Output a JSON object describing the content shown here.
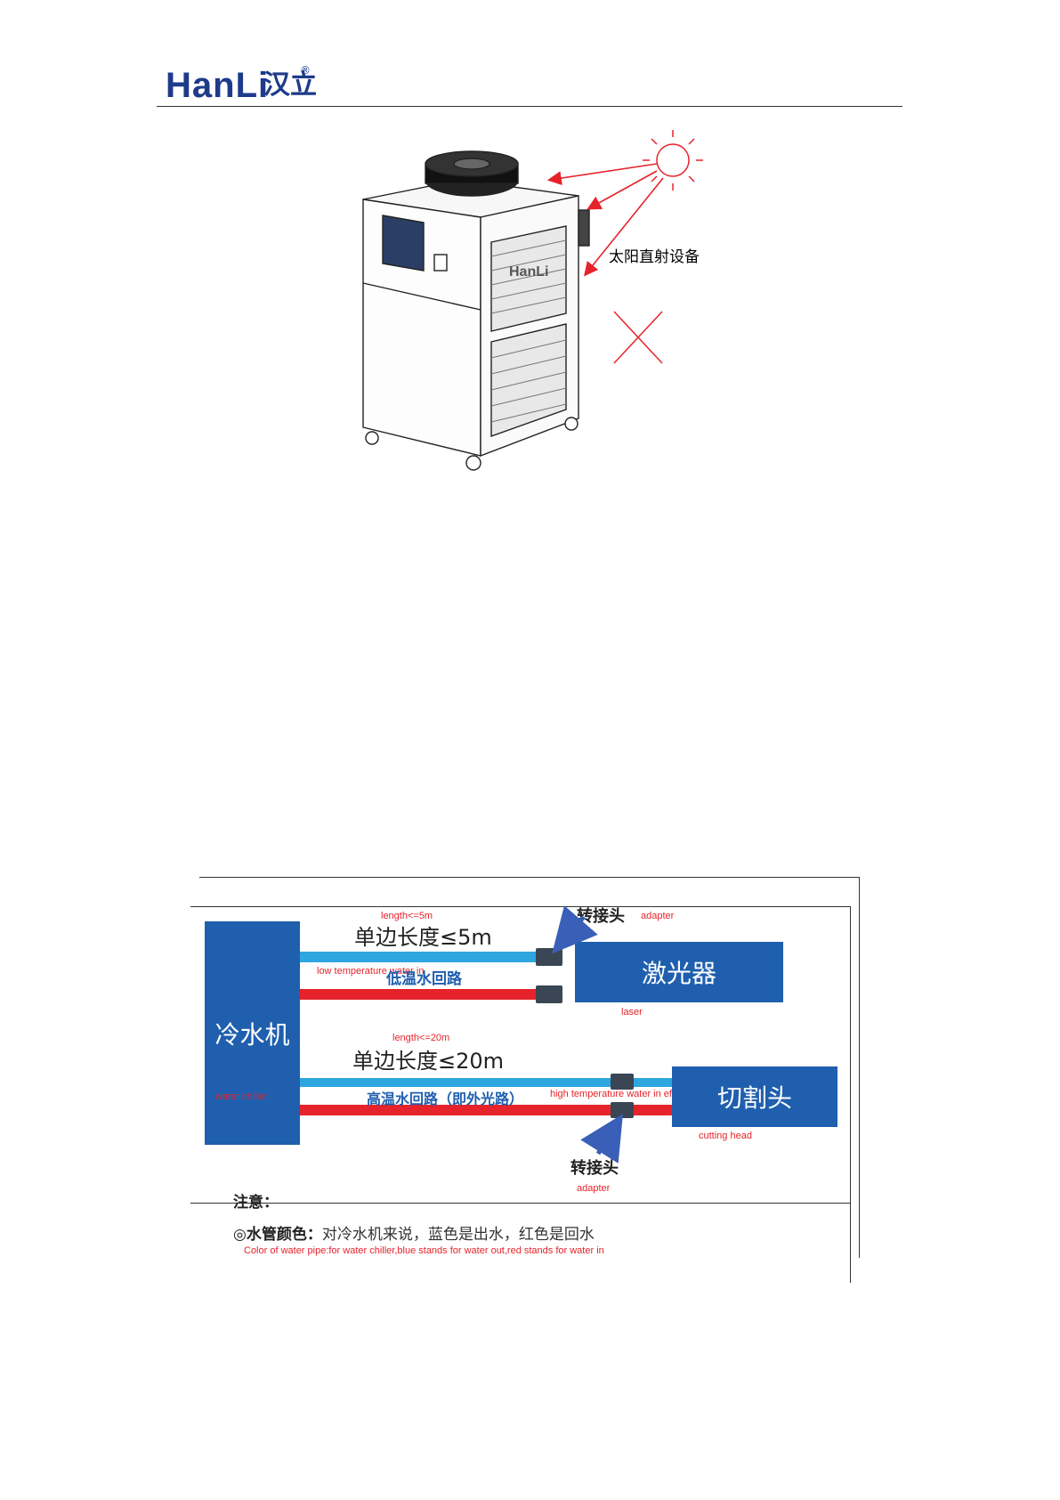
{
  "header": {
    "logo_text": "HanLi",
    "logo_cn": "汉立",
    "logo_reg": "®"
  },
  "figure1": {
    "caption": "太阳直射设备",
    "machine_brand": "HanLi"
  },
  "diagram": {
    "chiller_cn": "冷水机",
    "chiller_en": "water chiller",
    "laser_cn": "激光器",
    "laser_en": "laser",
    "cutting_cn": "切割头",
    "cutting_en": "cutting head",
    "top_length_en": "length<=5m",
    "top_length_cn": "单边长度≤5m",
    "top_adapter_cn": "转接头",
    "top_adapter_en": "adapter",
    "low_temp_en": "low temperature water in",
    "low_temp_cn": "低温水回路",
    "bottom_length_en": "length<=20m",
    "bottom_length_cn": "单边长度≤20m",
    "high_temp_cn": "高温水回路（即外光路）",
    "high_temp_en": "high temperature water in effector loop",
    "bottom_adapter_cn": "转接头",
    "bottom_adapter_en": "adapter",
    "note_title": "注意：",
    "note_bold": "◎水管颜色：",
    "note_text": "对冷水机来说，蓝色是出水，红色是回水",
    "note_en": "Color of water pipe:for water chiller,blue stands for water out,red stands for water in"
  },
  "colors": {
    "brand": "#1e3a8a",
    "block_blue": "#1f5fae",
    "pipe_blue": "#2ea6e0",
    "pipe_red": "#e6232a",
    "annotation_red": "#e6232a"
  }
}
